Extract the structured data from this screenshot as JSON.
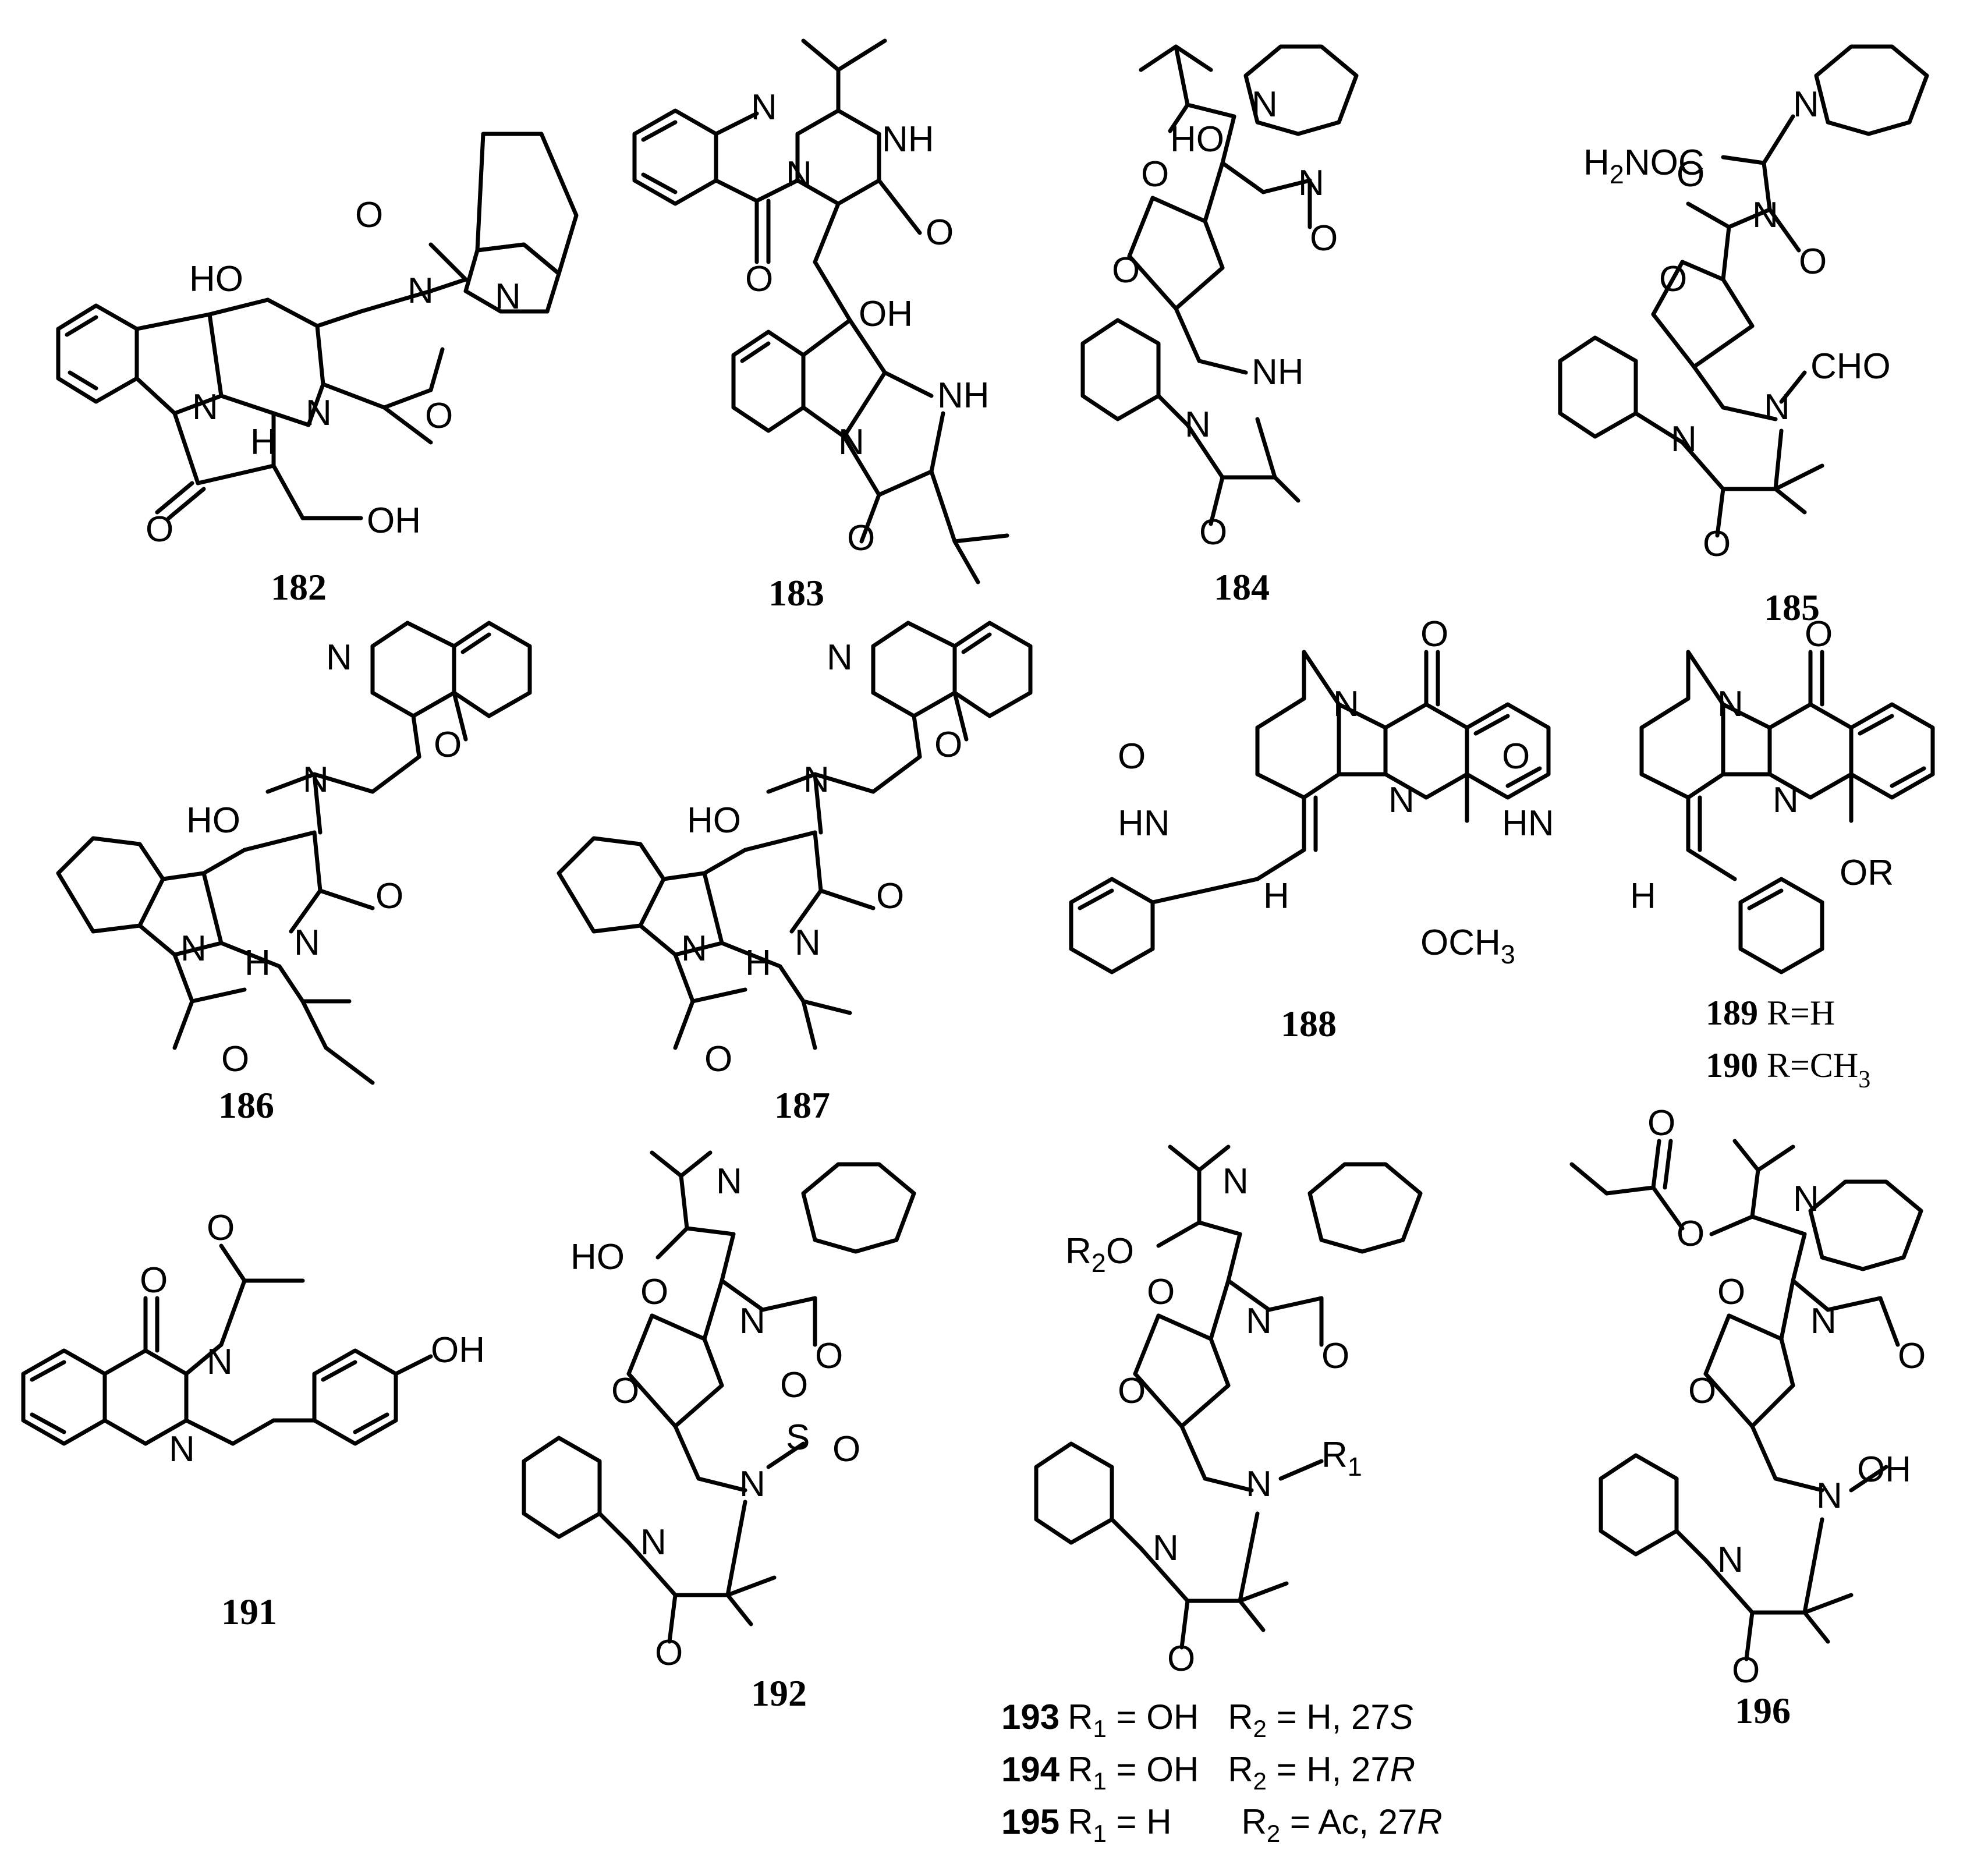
{
  "compounds": [
    {
      "id": "182"
    },
    {
      "id": "183"
    },
    {
      "id": "184"
    },
    {
      "id": "185"
    },
    {
      "id": "186"
    },
    {
      "id": "187"
    },
    {
      "id": "188"
    },
    {
      "id": "189",
      "note": "R=H"
    },
    {
      "id": "190",
      "note": "R=CH",
      "sub": "3"
    },
    {
      "id": "191"
    },
    {
      "id": "192"
    },
    {
      "id": "196"
    }
  ],
  "rgroup_table": [
    {
      "id": "193",
      "r1": "R",
      "r1sub": "1",
      "r1val": " = OH",
      "r2": "R",
      "r2sub": "2",
      "r2val": " = H, 27",
      "config": "S"
    },
    {
      "id": "194",
      "r1": "R",
      "r1sub": "1",
      "r1val": " = OH",
      "r2": "R",
      "r2sub": "2",
      "r2val": " = H, 27",
      "config": "R"
    },
    {
      "id": "195",
      "r1": "R",
      "r1sub": "1",
      "r1val": " = H",
      "r2": "R",
      "r2sub": "2",
      "r2val": " = Ac, 27",
      "config": "R"
    }
  ],
  "atoms": {
    "O": "O",
    "N": "N",
    "H": "H",
    "HO": "HO",
    "OH": "OH",
    "NH": "NH",
    "HN": "HN",
    "CHO": "CHO",
    "H2NOC_a": "H",
    "H2NOC_b": "2",
    "H2NOC_c": "NOC",
    "OCH3_a": "OCH",
    "OCH3_b": "3",
    "OR": "OR",
    "S": "S",
    "R1_a": "R",
    "R1_b": "1",
    "R2O_a": "R",
    "R2O_b": "2",
    "R2O_c": "O"
  }
}
